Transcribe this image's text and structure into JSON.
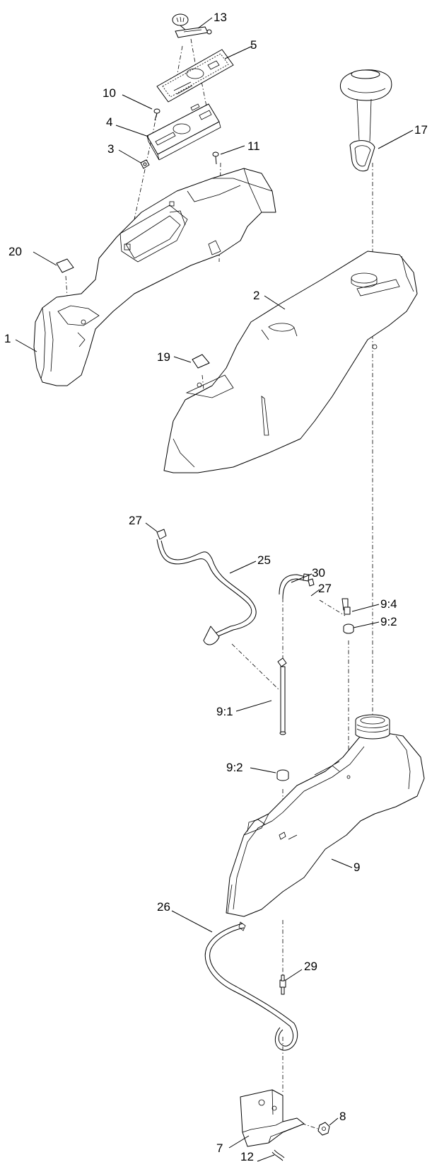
{
  "callouts": {
    "c13": "13",
    "c5": "5",
    "c10": "10",
    "c4": "4",
    "c3": "3",
    "c11": "11",
    "c17": "17",
    "c20": "20",
    "c1": "1",
    "c2": "2",
    "c19": "19",
    "c27a": "27",
    "c25": "25",
    "c30": "30",
    "c27b": "27",
    "c9_4": "9:4",
    "c9_2a": "9:2",
    "c9_1": "9:1",
    "c9_2b": "9:2",
    "c9": "9",
    "c26": "26",
    "c29": "29",
    "c8": "8",
    "c7": "7",
    "c12": "12"
  },
  "icons": {
    "part13": "control-lever-icon",
    "part5": "decal-plate-icon",
    "part4": "mounting-plate-icon",
    "part17": "fuel-cap-icon",
    "part1": "console-shroud-icon",
    "part2": "fuel-tank-cover-icon",
    "part9": "fuel-tank-icon",
    "part7": "bracket-icon"
  }
}
